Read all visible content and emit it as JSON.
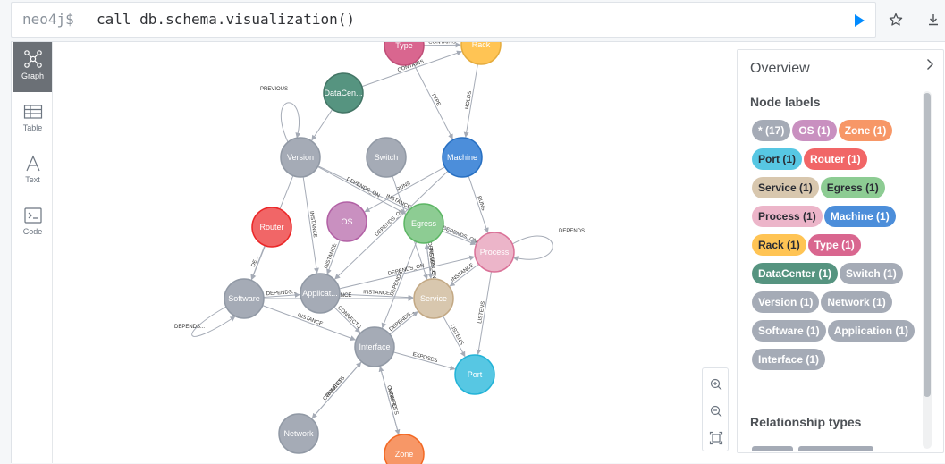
{
  "command": {
    "prompt": "neo4j$",
    "query": "call db.schema.visualization()"
  },
  "side_tabs": [
    {
      "label": "Graph",
      "icon": "graph-icon",
      "active": true
    },
    {
      "label": "Table",
      "icon": "table-icon",
      "active": false
    },
    {
      "label": "Text",
      "icon": "text-icon",
      "active": false
    },
    {
      "label": "Code",
      "icon": "code-icon",
      "active": false
    }
  ],
  "graph": {
    "nodes": [
      {
        "id": "type",
        "label": "Type",
        "color": "#d9668f",
        "stroke": "#c04f78"
      },
      {
        "id": "rack",
        "label": "Rack",
        "color": "#ffc454",
        "stroke": "#e5ac3e",
        "dark": true
      },
      {
        "id": "datacenter",
        "label": "DataCen...",
        "color": "#569480",
        "stroke": "#447666"
      },
      {
        "id": "version",
        "label": "Version",
        "color": "#a5abb6",
        "stroke": "#9199a5"
      },
      {
        "id": "switch",
        "label": "Switch",
        "color": "#a5abb6",
        "stroke": "#9199a5"
      },
      {
        "id": "machine",
        "label": "Machine",
        "color": "#4c8eda",
        "stroke": "#2870c2"
      },
      {
        "id": "router",
        "label": "Router",
        "color": "#f16667",
        "stroke": "#eb2728"
      },
      {
        "id": "os",
        "label": "OS",
        "color": "#c990c0",
        "stroke": "#b261a5"
      },
      {
        "id": "egress",
        "label": "Egress",
        "color": "#8dcc93",
        "stroke": "#5db665",
        "dark": true
      },
      {
        "id": "process",
        "label": "Process",
        "color": "#ecb5c9",
        "stroke": "#da7298",
        "dark": true
      },
      {
        "id": "software",
        "label": "Software",
        "color": "#a5abb6",
        "stroke": "#9199a5"
      },
      {
        "id": "application",
        "label": "Applicat...",
        "color": "#a5abb6",
        "stroke": "#9199a5"
      },
      {
        "id": "service",
        "label": "Service",
        "color": "#d8c7ae",
        "stroke": "#c3a985",
        "dark": true
      },
      {
        "id": "interface",
        "label": "Interface",
        "color": "#a5abb6",
        "stroke": "#9199a5"
      },
      {
        "id": "port",
        "label": "Port",
        "color": "#57c7e3",
        "stroke": "#23b3d7",
        "dark": true
      },
      {
        "id": "network",
        "label": "Network",
        "color": "#a5abb6",
        "stroke": "#9199a5"
      },
      {
        "id": "zone",
        "label": "Zone",
        "color": "#f79767",
        "stroke": "#f36924"
      }
    ],
    "relationships": [
      {
        "from": "type",
        "to": "rack",
        "label": "CONTAINS"
      },
      {
        "from": "rack",
        "to": "machine",
        "label": "HOLDS"
      },
      {
        "from": "type",
        "to": "machine",
        "label": "TYPE"
      },
      {
        "from": "datacenter",
        "to": "rack",
        "label": "CONTAINS"
      },
      {
        "from": "datacenter",
        "to": "version",
        "label": ""
      },
      {
        "from": "version",
        "to": "version",
        "label": "PREVIOUS"
      },
      {
        "from": "machine",
        "to": "process",
        "label": "RUNS"
      },
      {
        "from": "machine",
        "to": "os",
        "label": "RUNS"
      },
      {
        "from": "process",
        "to": "process",
        "label": "DEPENDS..."
      },
      {
        "from": "software",
        "to": "software",
        "label": "DEPENDS..."
      },
      {
        "from": "version",
        "to": "software",
        "label": "DEPENDS_ON"
      },
      {
        "from": "version",
        "to": "application",
        "label": "INSTANCE"
      },
      {
        "from": "software",
        "to": "application",
        "label": "DEPENDS..."
      },
      {
        "from": "application",
        "to": "service",
        "label": "INSTANCE"
      },
      {
        "from": "service",
        "to": "port",
        "label": "LISTENS"
      },
      {
        "from": "process",
        "to": "port",
        "label": "LISTENS"
      },
      {
        "from": "interface",
        "to": "port",
        "label": "EXPOSES"
      },
      {
        "from": "network",
        "to": "interface",
        "label": "CONNECTS"
      },
      {
        "from": "interface",
        "to": "zone",
        "label": "ROUTES"
      },
      {
        "from": "interface",
        "to": "network",
        "label": "ROUTES"
      },
      {
        "from": "zone",
        "to": "interface",
        "label": "CONNECTS"
      },
      {
        "from": "egress",
        "to": "process",
        "label": "DEPENDS_ON"
      },
      {
        "from": "os",
        "to": "application",
        "label": "INSTANCE"
      },
      {
        "from": "egress",
        "to": "service",
        "label": "DEPENDS_ON"
      },
      {
        "from": "service",
        "to": "egress",
        "label": "INSTANCE"
      },
      {
        "from": "application",
        "to": "interface",
        "label": "CONNECTS"
      },
      {
        "from": "router",
        "to": "software",
        "label": "DE..."
      },
      {
        "from": "software",
        "to": "interface",
        "label": "INSTANCE"
      },
      {
        "from": "process",
        "to": "service",
        "label": "INSTANCE"
      },
      {
        "from": "switch",
        "to": "service",
        "label": "DEPENDS"
      },
      {
        "from": "version",
        "to": "process",
        "label": "INSTANCE"
      },
      {
        "from": "machine",
        "to": "application",
        "label": "DEPENDS_ON"
      },
      {
        "from": "software",
        "to": "service",
        "label": "INSTANCE"
      },
      {
        "from": "interface",
        "to": "service",
        "label": "DEPENDS..."
      },
      {
        "from": "egress",
        "to": "interface",
        "label": "DEPENDS"
      },
      {
        "from": "version",
        "to": "egress",
        "label": "DEPENDS_ON"
      },
      {
        "from": "application",
        "to": "process",
        "label": "DEPENDS_ON"
      }
    ]
  },
  "overview": {
    "title": "Overview",
    "node_labels_heading": "Node labels",
    "relationship_types_heading": "Relationship types",
    "labels": [
      {
        "text": "* (17)",
        "bg": "#a5abb6",
        "fg": "#ffffff"
      },
      {
        "text": "OS (1)",
        "bg": "#c990c0",
        "fg": "#ffffff"
      },
      {
        "text": "Zone (1)",
        "bg": "#f79767",
        "fg": "#ffffff"
      },
      {
        "text": "Port (1)",
        "bg": "#57c7e3",
        "fg": "#2a2c34"
      },
      {
        "text": "Router (1)",
        "bg": "#f16667",
        "fg": "#ffffff"
      },
      {
        "text": "Service (1)",
        "bg": "#d8c7ae",
        "fg": "#2a2c34"
      },
      {
        "text": "Egress (1)",
        "bg": "#8dcc93",
        "fg": "#2a2c34"
      },
      {
        "text": "Process (1)",
        "bg": "#ecb5c9",
        "fg": "#2a2c34"
      },
      {
        "text": "Machine (1)",
        "bg": "#4c8eda",
        "fg": "#ffffff"
      },
      {
        "text": "Rack (1)",
        "bg": "#ffc454",
        "fg": "#2a2c34"
      },
      {
        "text": "Type (1)",
        "bg": "#d9668f",
        "fg": "#ffffff"
      },
      {
        "text": "DataCenter (1)",
        "bg": "#569480",
        "fg": "#ffffff"
      },
      {
        "text": "Switch (1)",
        "bg": "#a5abb6",
        "fg": "#ffffff"
      },
      {
        "text": "Version (1)",
        "bg": "#a5abb6",
        "fg": "#ffffff"
      },
      {
        "text": "Network (1)",
        "bg": "#a5abb6",
        "fg": "#ffffff"
      },
      {
        "text": "Software (1)",
        "bg": "#a5abb6",
        "fg": "#ffffff"
      },
      {
        "text": "Application (1)",
        "bg": "#a5abb6",
        "fg": "#ffffff"
      },
      {
        "text": "Interface (1)",
        "bg": "#a5abb6",
        "fg": "#ffffff"
      }
    ]
  }
}
